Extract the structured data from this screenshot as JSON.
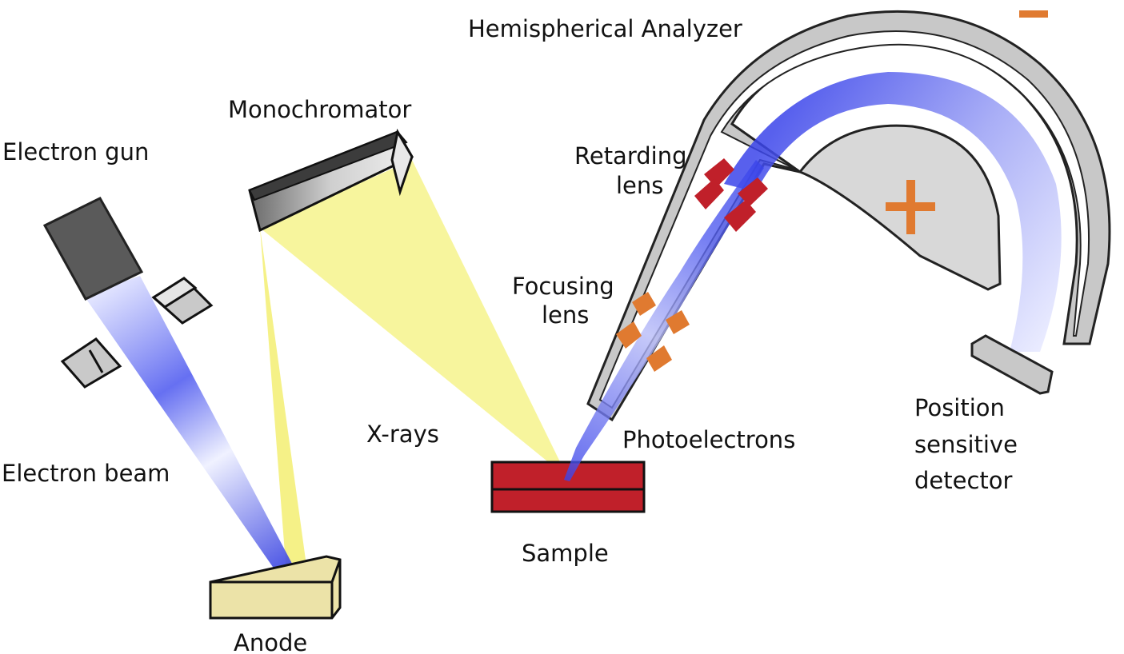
{
  "labels": {
    "hemispherical_analyzer": "Hemispherical Analyzer",
    "monochromator": "Monochromator",
    "electron_gun": "Electron gun",
    "retarding_lens_1": "Retarding",
    "retarding_lens_2": "lens",
    "focusing_lens_1": "Focusing",
    "focusing_lens_2": "lens",
    "xrays": "X-rays",
    "photoelectrons": "Photoelectrons",
    "electron_beam": "Electron beam",
    "sample": "Sample",
    "anode": "Anode",
    "detector_1": "Position",
    "detector_2": "sensitive",
    "detector_3": "detector"
  },
  "colors": {
    "beam_blue": "#3b46e8",
    "xray_yellow": "#f4f07a",
    "sample_red": "#c0202a",
    "anode_tan": "#ece3a8",
    "analyzer_gray": "#c8c8c8",
    "retarding_red": "#c0202a",
    "focusing_orange": "#e07a30",
    "plus_orange": "#e07a30"
  },
  "icons": {
    "positive": "plus-sign-icon",
    "negative": "minus-sign-icon"
  }
}
